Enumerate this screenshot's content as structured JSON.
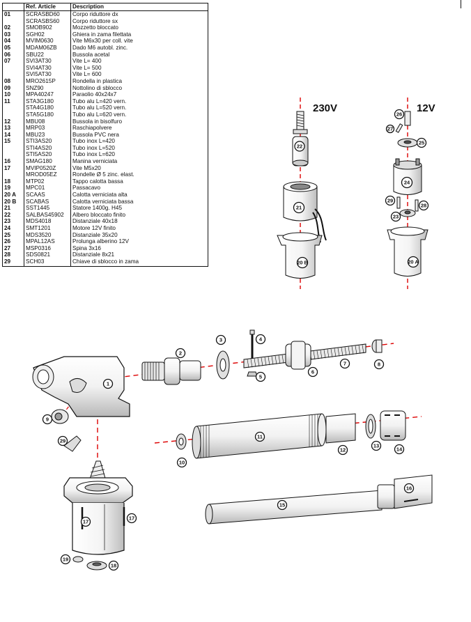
{
  "table": {
    "headers": [
      "",
      "Ref. Article",
      "Description"
    ],
    "rows": [
      [
        "01",
        "SCRASBD60",
        "Corpo riduttore dx"
      ],
      [
        "",
        "SCRASBS60",
        "Corpo riduttore sx"
      ],
      [
        "02",
        "SMOB902",
        "Mozzetto bloccato"
      ],
      [
        "03",
        "SGH02",
        "Ghiera in zama filettata"
      ],
      [
        "04",
        "MVIM0630",
        "Vite M6x30 per coll. vite"
      ],
      [
        "05",
        "MDAM06ZB",
        "Dado M6 autobl. zinc."
      ],
      [
        "06",
        "SBU22",
        "Bussola acetal"
      ],
      [
        "07",
        "SVI3AT30",
        "Vite L= 400"
      ],
      [
        "",
        "SVI4AT30",
        "Vite L= 500"
      ],
      [
        "",
        "SVI5AT30",
        "Vite L= 600"
      ],
      [
        "08",
        "MRO2615P",
        "Rondella in plastica"
      ],
      [
        "09",
        "SNZ90",
        "Nottolino di sblocco"
      ],
      [
        "10",
        "MPA40247",
        "Paraolio 40x24x7"
      ],
      [
        "11",
        "STA3G180",
        "Tubo alu L=420 vern."
      ],
      [
        "",
        "STA4G180",
        "Tubo alu L=520 vern."
      ],
      [
        "",
        "STA5G180",
        "Tubo alu L=620 vern."
      ],
      [
        "12",
        "MBU08",
        "Bussola in bisolfuro"
      ],
      [
        "13",
        "MRP03",
        "Raschiapolvere"
      ],
      [
        "14",
        "MBU23",
        "Bussola PVC nera"
      ],
      [
        "15",
        "STI3AS20",
        "Tubo inox L=420"
      ],
      [
        "",
        "STI4AS20",
        "Tubo inox L=520"
      ],
      [
        "",
        "STI5AS20",
        "Tubo inox L=620"
      ],
      [
        "16",
        "SMAG180",
        "Manina verniciata"
      ],
      [
        "17",
        "MVIP0520Z",
        "Vite M5x20"
      ],
      [
        "",
        "MROD05EZ",
        "Rondelle Ø 5 zinc. elast."
      ],
      [
        "18",
        "MTP02",
        "Tappo calotta bassa"
      ],
      [
        "19",
        "MPC01",
        "Passacavo"
      ],
      [
        "20 A",
        "SCAAS",
        "Calotta verniciata alta"
      ],
      [
        "20 B",
        "SCABAS",
        "Calotta verniciata bassa"
      ],
      [
        "21",
        "SST1445",
        "Statore 1400g. H45"
      ],
      [
        "22",
        "SALBAS45902",
        "Albero bloccato finito"
      ],
      [
        "23",
        "MDS4018",
        "Distanziale 40x18"
      ],
      [
        "24",
        "SMT1201",
        "Motore 12V finito"
      ],
      [
        "25",
        "MDS3520",
        "Distanziale 35x20"
      ],
      [
        "26",
        "MPAL12AS",
        "Prolunga alberino 12V"
      ],
      [
        "27",
        "MSP0316",
        "Spina 3x16"
      ],
      [
        "28",
        "SDS0821",
        "Distanziale 8x21"
      ],
      [
        "29",
        "SCH03",
        "Chiave di sblocco in zama"
      ]
    ]
  },
  "diagram": {
    "voltage_230": "230V",
    "voltage_12": "12V",
    "callouts": {
      "c1": "1",
      "c2": "2",
      "c3": "3",
      "c4": "4",
      "c5": "5",
      "c6": "6",
      "c7": "7",
      "c8": "8",
      "c9": "9",
      "c10": "10",
      "c11": "11",
      "c12": "12",
      "c13": "13",
      "c14": "14",
      "c15": "15",
      "c16": "16",
      "c17a": "17",
      "c17b": "17",
      "c18": "18",
      "c19": "19",
      "c20a": "20 A",
      "c20b": "20 B",
      "c21": "21",
      "c22": "22",
      "c23": "23",
      "c24": "24",
      "c25": "25",
      "c26": "26",
      "c27": "27",
      "c28": "28",
      "c29a": "29",
      "c29b": "29"
    }
  }
}
